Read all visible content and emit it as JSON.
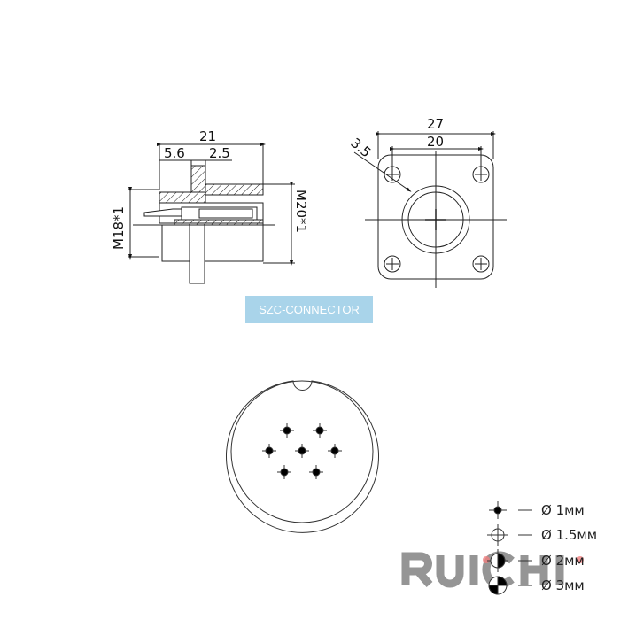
{
  "side_view": {
    "width_total": "21",
    "dim_a": "5.6",
    "dim_b": "2.5",
    "thread_left": "M18*1",
    "thread_right": "M20*1"
  },
  "front_view": {
    "outer": "27",
    "hole_spacing": "20",
    "hole_dia": "3.5"
  },
  "product_label": "SZC-CONNECTOR",
  "pin_face": {
    "pin_count": 7
  },
  "legend": [
    {
      "symbol": "filled-dot",
      "text": "Ø 1мм"
    },
    {
      "symbol": "crosshair-circle",
      "text": "Ø 1.5мм"
    },
    {
      "symbol": "half-filled-circle",
      "text": "Ø 2мм"
    },
    {
      "symbol": "quartered-circle",
      "text": "Ø 3мм"
    }
  ],
  "watermark": "RUICHI",
  "colors": {
    "label_bg": "#a9d4ea",
    "watermark": "#8a8a8a",
    "watermark_dot": "#f08080"
  }
}
